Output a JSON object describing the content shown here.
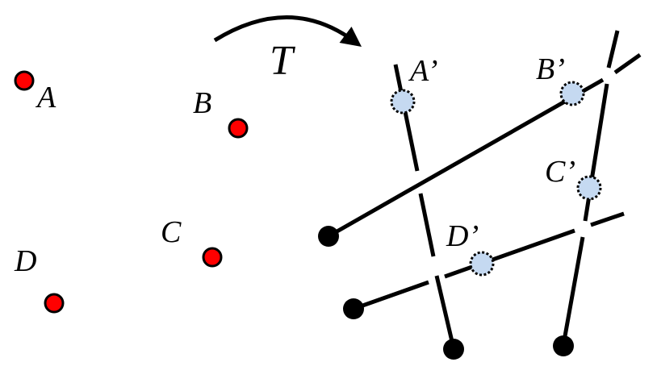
{
  "transform_label": "T",
  "source_points": [
    {
      "id": "A",
      "label": "A"
    },
    {
      "id": "B",
      "label": "B"
    },
    {
      "id": "C",
      "label": "C"
    },
    {
      "id": "D",
      "label": "D"
    }
  ],
  "target_points": [
    {
      "id": "A-prime",
      "label": "A’"
    },
    {
      "id": "B-prime",
      "label": "B’"
    },
    {
      "id": "C-prime",
      "label": "C’"
    },
    {
      "id": "D-prime",
      "label": "D’"
    }
  ],
  "colors": {
    "source_point_fill": "#ff0000",
    "target_point_fill": "#c5d9f1",
    "line": "#000000",
    "background": "#ffffff"
  }
}
